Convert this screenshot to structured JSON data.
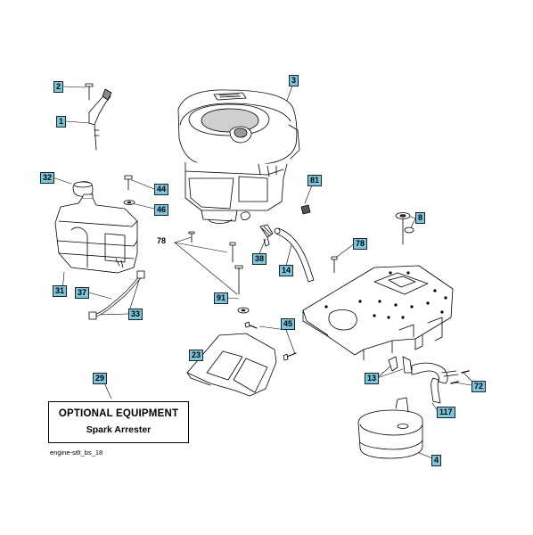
{
  "diagram": {
    "callouts": {
      "c2": "2",
      "c1": "1",
      "c3": "3",
      "c32": "32",
      "c44": "44",
      "c46": "46",
      "c81": "81",
      "c8": "8",
      "c78b": "78",
      "c38": "38",
      "c14": "14",
      "c31": "31",
      "c37": "37",
      "c33": "33",
      "c91": "91",
      "c45": "45",
      "c23": "23",
      "c13": "13",
      "c72": "72",
      "c117": "117",
      "c29": "29",
      "c4": "4"
    },
    "plain_label_78": "78",
    "optional_box": {
      "title": "OPTIONAL EQUIPMENT",
      "subtitle": "Spark Arrester"
    },
    "reference": "engine-stlt_bs_18"
  },
  "colors": {
    "callout_fill": "#79c7de",
    "line": "#000000"
  }
}
